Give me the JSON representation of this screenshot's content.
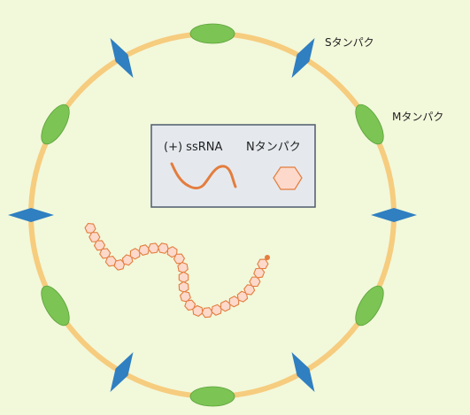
{
  "labels": {
    "s_protein": "Sタンパク",
    "m_protein": "Mタンパク"
  },
  "legend": {
    "rna_label": "(+) ssRNA",
    "n_protein_label": "Nタンパク"
  },
  "colors": {
    "background": "#f2f8da",
    "envelope": "#f6cc7e",
    "s_protein": "#2f7fc1",
    "m_protein": "#7cc454",
    "rna_strand": "#e47d3e",
    "n_protein_fill": "#fcd9cb",
    "legend_fill": "#e5e9ee",
    "legend_border": "#4e5b6c"
  },
  "icons": {
    "s_protein": "blue-diamond-spike",
    "m_protein": "green-ellipse",
    "n_protein": "pink-hexagon"
  }
}
